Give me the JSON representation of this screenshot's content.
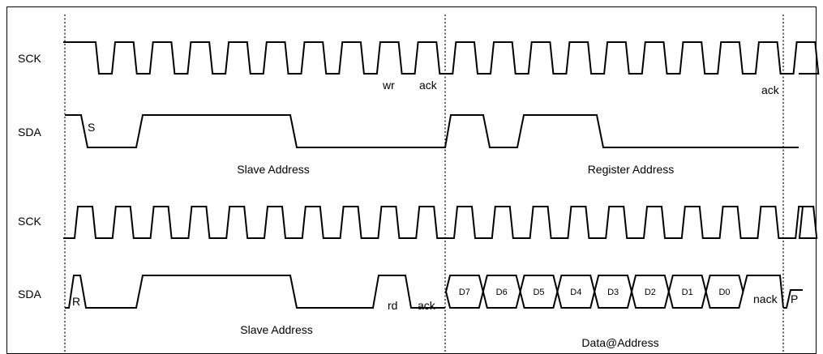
{
  "signals": {
    "row1_clock": "SCK",
    "row1_data": "SDA",
    "row2_clock": "SCK",
    "row2_data": "SDA"
  },
  "row1": {
    "start": "S",
    "wr": "wr",
    "ack1": "ack",
    "ack2": "ack",
    "field1": "Slave Address",
    "field2": "Register Address"
  },
  "row2": {
    "restart": "R",
    "rd": "rd",
    "ack": "ack",
    "data_bits": [
      "D7",
      "D6",
      "D5",
      "D4",
      "D3",
      "D2",
      "D1",
      "D0"
    ],
    "nack": "nack",
    "stop": "P",
    "field1": "Slave Address",
    "field2": "Data@Address"
  }
}
